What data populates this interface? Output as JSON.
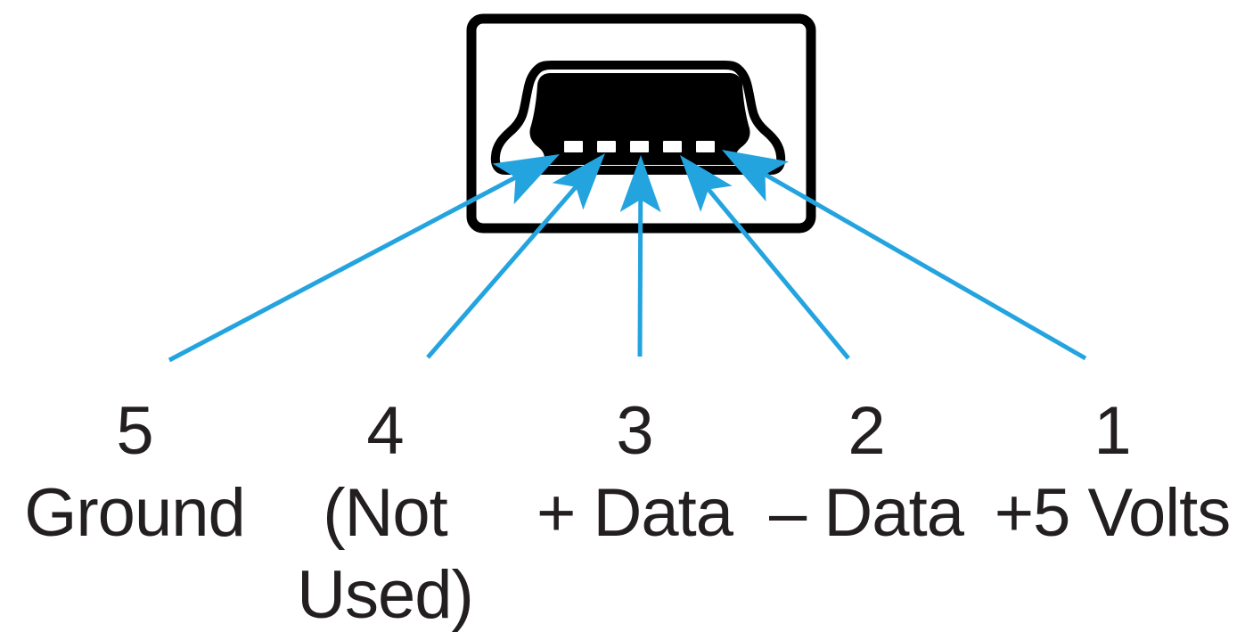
{
  "figure": {
    "colors": {
      "arrow": "#24A4DF",
      "line_art": "#000000",
      "text": "#231F20",
      "background": "#FFFFFF"
    },
    "pins": [
      {
        "number": "5",
        "name_lines": [
          "Ground"
        ]
      },
      {
        "number": "4",
        "name_lines": [
          "(Not",
          "Used)"
        ]
      },
      {
        "number": "3",
        "name_lines": [
          "+ Data"
        ]
      },
      {
        "number": "2",
        "name_lines": [
          "– Data"
        ]
      },
      {
        "number": "1",
        "name_lines": [
          "+5 Volts"
        ]
      }
    ]
  }
}
